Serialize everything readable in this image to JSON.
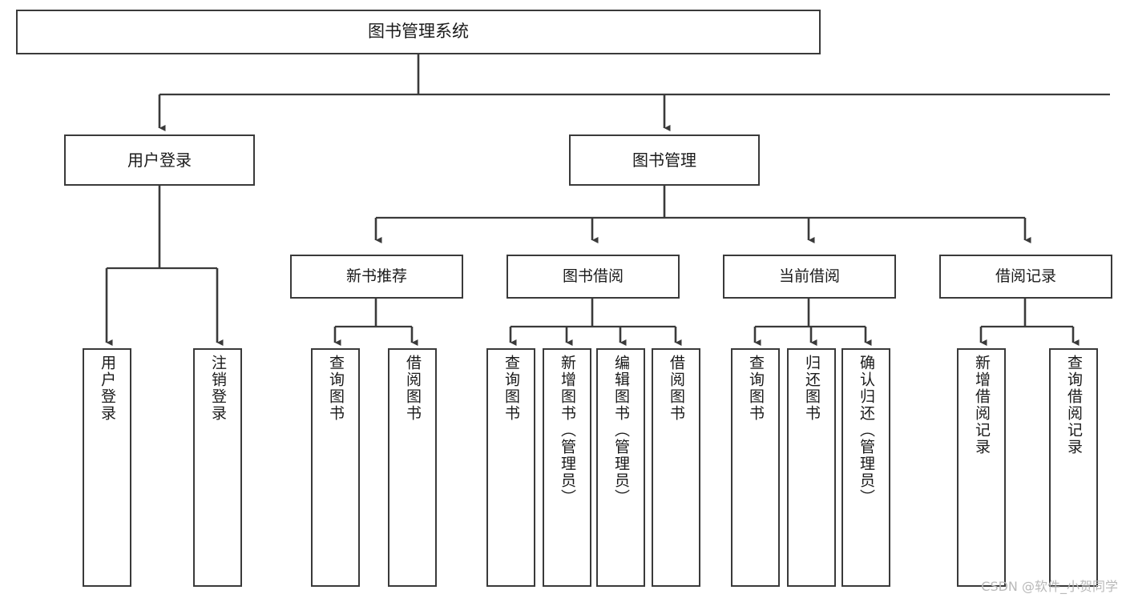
{
  "diagram": {
    "type": "tree-hierarchy-chart",
    "title": "图书管理系统",
    "colors": {
      "box_border": "#3a3a3a",
      "box_fill": "#ffffff",
      "connector": "#3a3a3a",
      "text": "#1a1a1a",
      "watermark": "#b9b9b9",
      "background": "#ffffff"
    },
    "root": {
      "label": "图书管理系统"
    },
    "level1": [
      {
        "label": "用户登录"
      },
      {
        "label": "图书管理"
      }
    ],
    "level2": [
      {
        "label": "新书推荐"
      },
      {
        "label": "图书借阅"
      },
      {
        "label": "当前借阅"
      },
      {
        "label": "借阅记录"
      }
    ],
    "leaves": {
      "user_login": [
        {
          "label": "用户登录"
        },
        {
          "label": "注销登录"
        }
      ],
      "new_book_recommend": [
        {
          "label": "查询图书"
        },
        {
          "label": "借阅图书"
        }
      ],
      "book_borrow": [
        {
          "label": "查询图书"
        },
        {
          "label": "新增图书（管理员）"
        },
        {
          "label": "编辑图书（管理员）"
        },
        {
          "label": "借阅图书"
        }
      ],
      "current_borrow": [
        {
          "label": "查询图书"
        },
        {
          "label": "归还图书"
        },
        {
          "label": "确认归还（管理员）"
        }
      ],
      "borrow_record": [
        {
          "label": "新增借阅记录"
        },
        {
          "label": "查询借阅记录"
        }
      ]
    },
    "watermark": "CSDN @软件_小贺同学"
  }
}
